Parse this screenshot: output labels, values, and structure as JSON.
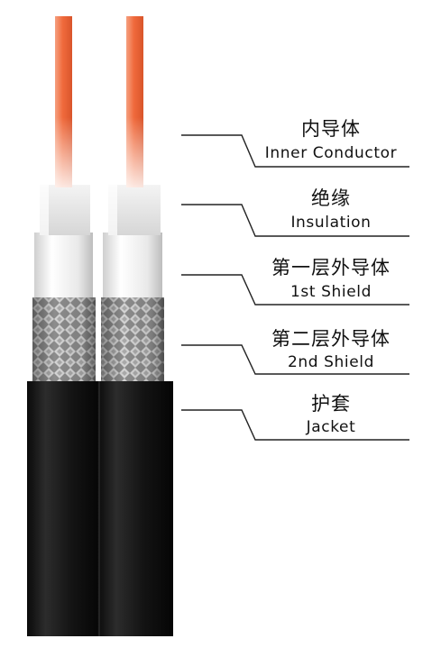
{
  "labels": [
    {
      "id": "inner-conductor",
      "zh": "内导体",
      "en": "Inner Conductor"
    },
    {
      "id": "insulation",
      "zh": "绝缘",
      "en": "Insulation"
    },
    {
      "id": "first-shield",
      "zh": "第一层外导体",
      "en": "1st Shield"
    },
    {
      "id": "second-shield",
      "zh": "第二层外导体",
      "en": "2nd Shield"
    },
    {
      "id": "jacket",
      "zh": "护套",
      "en": "Jacket"
    }
  ],
  "colors": {
    "conductor": "#f07a50",
    "insulation": "#e6e6e6",
    "braid": "#8f8f8f",
    "jacket": "#111111",
    "leader": "#222222"
  }
}
